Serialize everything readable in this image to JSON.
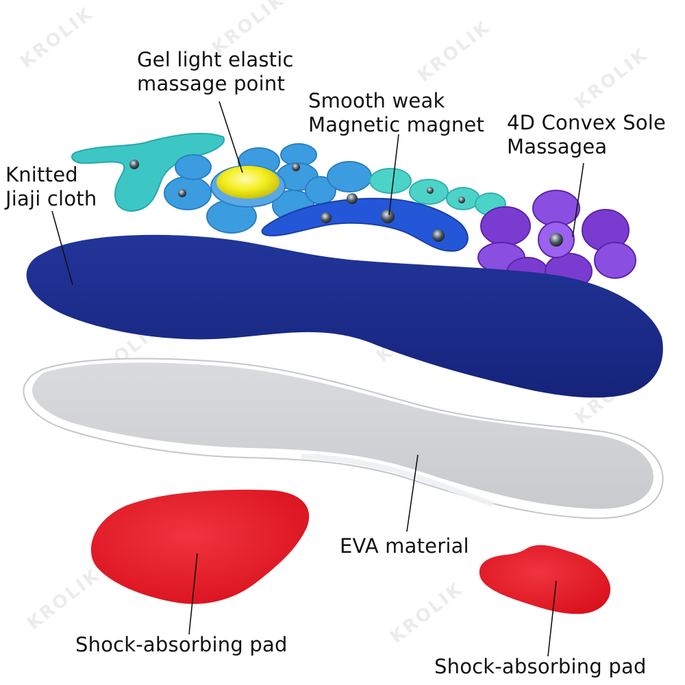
{
  "labels": {
    "gel_point": "Gel light elastic\nmassage point",
    "magnet": "Smooth weak\nMagnetic magnet",
    "convex_sole": "4D Convex Sole\nMassagea",
    "knitted_cloth": "Knitted\nJiaji cloth",
    "eva": "EVA material",
    "pad_left": "Shock-absorbing pad",
    "pad_right": "Shock-absorbing pad"
  },
  "watermark_text": "KROLIK",
  "colors": {
    "top_layer": "#1c2d8c",
    "eva_layer": "#d2d3d6",
    "pad": "#e8232f",
    "massage_cyan": "#3cc7c4",
    "massage_blue": "#3c9ce0",
    "magnet_arch": "#2456d8",
    "gel": "#f4ee1e",
    "convex_purple": "#7a3cd0"
  }
}
